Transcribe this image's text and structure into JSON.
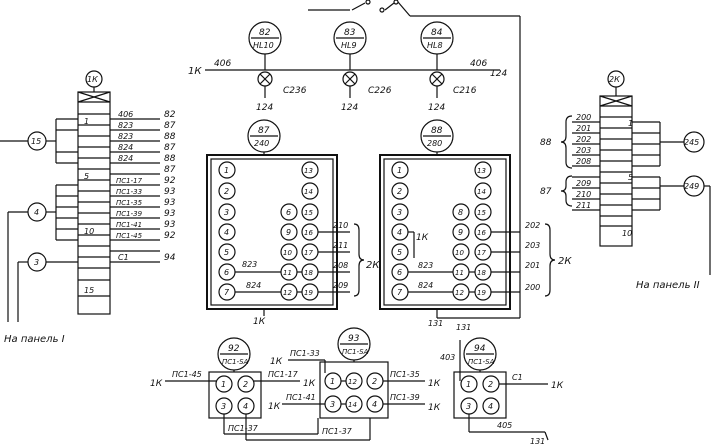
{
  "panel_1k": {
    "header": "1К",
    "row_labels": [
      "1",
      "5",
      "10",
      "15"
    ],
    "wires": [
      "406",
      "823",
      "823",
      "824",
      "824",
      "ПС1-17",
      "ПС1-33",
      "ПС1-35",
      "ПС1-39",
      "ПС1-41",
      "ПС1-45",
      "С1"
    ],
    "wire_numbers": [
      "82",
      "87",
      "88",
      "87",
      "88",
      "87",
      "92",
      "93",
      "93",
      "93",
      "93",
      "92",
      "94"
    ],
    "callouts": [
      "15",
      "4",
      "3"
    ],
    "footer": "На панель I"
  },
  "panel_2k": {
    "header": "2К",
    "row_labels": [
      "1",
      "5",
      "10"
    ],
    "wires_top": [
      "200",
      "201",
      "202",
      "203",
      "208"
    ],
    "wires_bottom": [
      "209",
      "210",
      "211"
    ],
    "group_labels": [
      "88",
      "87"
    ],
    "callouts": [
      "245",
      "249"
    ],
    "footer": "На панель II"
  },
  "lamps": [
    {
      "num": "82",
      "code": "HL10",
      "circuit": "С236",
      "wire": "124"
    },
    {
      "num": "83",
      "code": "HL9",
      "circuit": "С226",
      "wire": "124"
    },
    {
      "num": "84",
      "code": "HL8",
      "circuit": "С216",
      "wire": "124"
    }
  ],
  "bus": {
    "left_label": "1К",
    "wire_left": "406",
    "wire_right": "406",
    "wire_end": "124"
  },
  "relay_a": {
    "num": "87",
    "code": "240",
    "left_pins": [
      "1",
      "2",
      "3",
      "4",
      "5",
      "6",
      "7"
    ],
    "right_pins": [
      "13",
      "14",
      "15",
      "16",
      "17",
      "18",
      "19"
    ],
    "inner_pins": [
      "6",
      "9",
      "10",
      "11",
      "12"
    ],
    "wires": [
      "210",
      "211",
      "208",
      "209",
      "823",
      "824"
    ],
    "group": "2К",
    "bottom": "1К"
  },
  "relay_b": {
    "num": "88",
    "code": "280",
    "left_pins": [
      "1",
      "2",
      "3",
      "4",
      "5",
      "6",
      "7"
    ],
    "right_pins": [
      "13",
      "14",
      "15",
      "16",
      "17",
      "18",
      "19"
    ],
    "inner_pins": [
      "8",
      "9",
      "10",
      "11",
      "12"
    ],
    "wires": [
      "202",
      "203",
      "201",
      "200",
      "823",
      "824"
    ],
    "group": "2К",
    "mid": "1К",
    "bottom": "131"
  },
  "switches": [
    {
      "num": "92",
      "code": "ПС1-SA",
      "pins": [
        "1",
        "2",
        "3",
        "4"
      ]
    },
    {
      "num": "93",
      "code": "ПС1-SA",
      "pins": [
        "1",
        "12",
        "2",
        "3",
        "14",
        "4"
      ]
    },
    {
      "num": "94",
      "code": "ПС1-SA",
      "pins": [
        "1",
        "2",
        "3",
        "4"
      ]
    }
  ],
  "switch_wires": [
    "1К",
    "ПС1-45",
    "ПС1-17",
    "1К",
    "ПС1-33",
    "1К",
    "ПС1-35",
    "1К",
    "ПС1-41",
    "1К",
    "ПС1-39",
    "1К",
    "ПС1-37",
    "ПС1-37",
    "403",
    "131",
    "С1",
    "1К",
    "405",
    "131"
  ]
}
